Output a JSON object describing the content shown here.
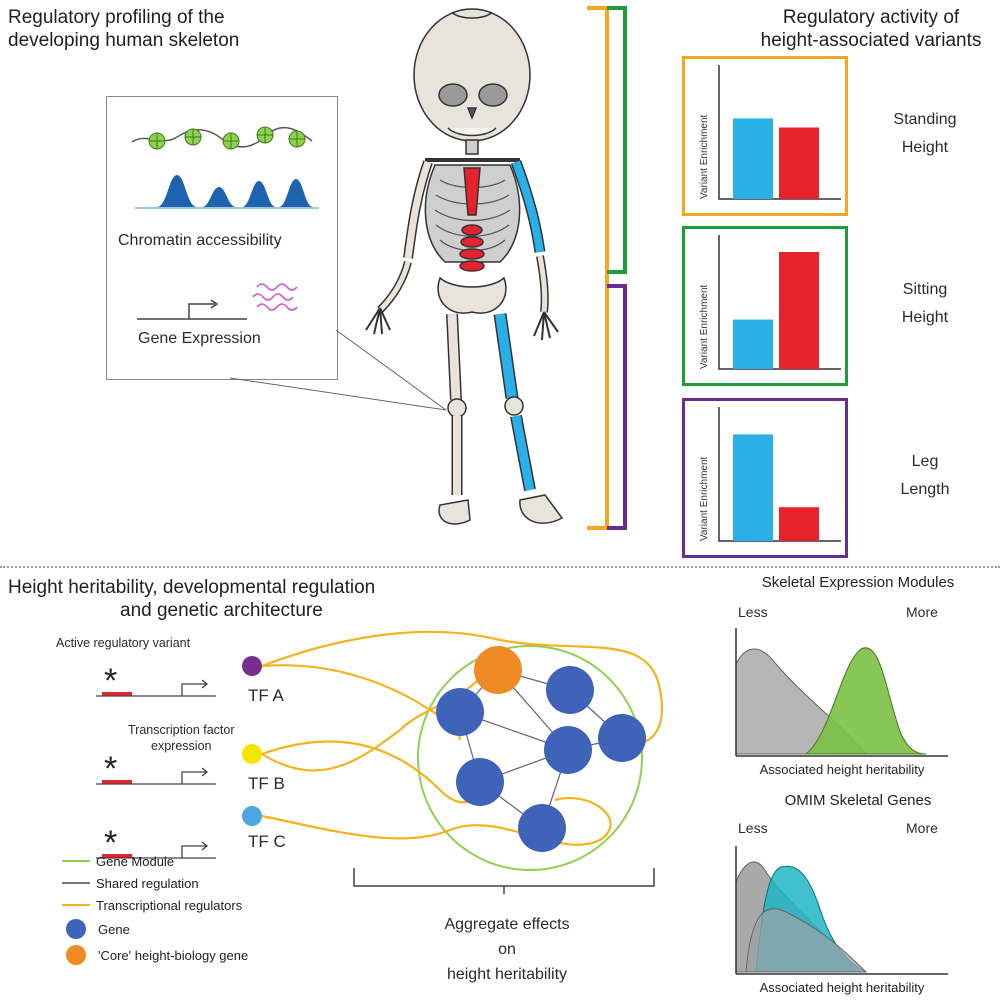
{
  "top_left": {
    "title_line1": "Regulatory profiling of the",
    "title_line2": "developing human skeleton",
    "callout": {
      "chromatin_label": "Chromatin accessibility",
      "expression_label": "Gene Expression"
    }
  },
  "top_right": {
    "title_line1": "Regulatory activity of",
    "title_line2": "height-associated variants",
    "ylabel": "Variant Enrichment",
    "panels": [
      {
        "label_line1": "Standing",
        "label_line2": "Height",
        "border": "#f5a623",
        "values": [
          0.62,
          0.55
        ]
      },
      {
        "label_line1": "Sitting",
        "label_line2": "Height",
        "border": "#1e9e3a",
        "values": [
          0.38,
          0.9
        ]
      },
      {
        "label_line1": "Leg",
        "label_line2": "Length",
        "border": "#6b2c91",
        "values": [
          0.82,
          0.26
        ]
      }
    ],
    "bar_colors": [
      "#2ab0e8",
      "#e8222c"
    ]
  },
  "bottom_left": {
    "title_line1": "Height heritability, developmental regulation",
    "title_line2": "and genetic architecture",
    "active_variant_label": "Active regulatory variant",
    "tf_expression_line1": "Transcription factor",
    "tf_expression_line2": "expression",
    "tfs": [
      {
        "label": "TF A",
        "color": "#7b2d8e"
      },
      {
        "label": "TF B",
        "color": "#f2e600"
      },
      {
        "label": "TF C",
        "color": "#4aa8de"
      }
    ],
    "legend": [
      {
        "label": "Gene Module",
        "type": "line",
        "color": "#8fd14f"
      },
      {
        "label": "Shared regulation",
        "type": "line",
        "color": "#777777"
      },
      {
        "label": "Transcriptional regulators",
        "type": "line",
        "color": "#f5b21e"
      },
      {
        "label": "Gene",
        "type": "dot",
        "color": "#3f63b8"
      },
      {
        "label": "'Core' height-biology gene",
        "type": "dot",
        "color": "#f08a24"
      }
    ],
    "aggregate_line1": "Aggregate effects",
    "aggregate_line2": "on",
    "aggregate_line3": "height heritability"
  },
  "bottom_right": {
    "modules_title": "Skeletal Expression Modules",
    "omim_title": "OMIM Skeletal Genes",
    "less_label": "Less",
    "more_label": "More",
    "xlabel": "Associated height heritability"
  },
  "colors": {
    "standing_bracket": "#f5a623",
    "sitting_bracket": "#1e9e3a",
    "leg_bracket": "#6b2c91",
    "highlight_red": "#e8222c",
    "highlight_blue": "#2ab0e8"
  }
}
